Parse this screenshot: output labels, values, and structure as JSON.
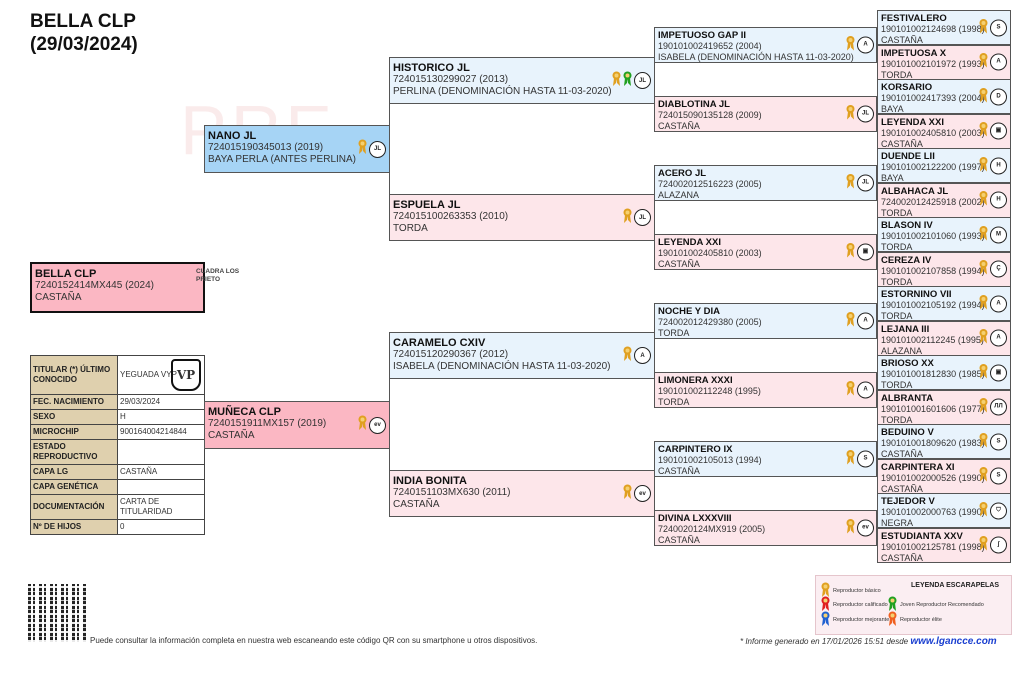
{
  "header": {
    "name": "BELLA CLP",
    "date": "(29/03/2024)"
  },
  "subject": {
    "name": "BELLA CLP",
    "id": "7240152414MX445 (2024)",
    "coat": "CASTAÑA",
    "breeder": "CUADRA LOS PRIETO"
  },
  "info": [
    {
      "k": "TITULAR (*) ÚLTIMO CONOCIDO",
      "v": "YEGUADA VYP"
    },
    {
      "k": "FEC. NACIMIENTO",
      "v": "29/03/2024"
    },
    {
      "k": "SEXO",
      "v": "H"
    },
    {
      "k": "MICROCHIP",
      "v": "900164004214844"
    },
    {
      "k": "ESTADO REPRODUCTIVO",
      "v": ""
    },
    {
      "k": "CAPA LG",
      "v": "CASTAÑA"
    },
    {
      "k": "CAPA GENÉTICA",
      "v": ""
    },
    {
      "k": "DOCUMENTACIÓN",
      "v": "CARTA DE TITULARIDAD"
    },
    {
      "k": "Nº DE HIJOS",
      "v": "0"
    }
  ],
  "gen1": [
    {
      "name": "NANO JL",
      "id": "724015190345013 (2019)",
      "coat": "BAYA PERLA (ANTES PERLINA)",
      "brand": "JL"
    },
    {
      "name": "MUÑECA CLP",
      "id": "7240151911MX157 (2019)",
      "coat": "CASTAÑA",
      "brand": "ev"
    }
  ],
  "gen2": [
    {
      "name": "HISTORICO JL",
      "id": "724015130299027 (2013)",
      "coat": "PERLINA (DENOMINACIÓN HASTA 11-03-2020)",
      "brand": "JL",
      "rosettes": [
        "gold",
        "green"
      ]
    },
    {
      "name": "ESPUELA JL",
      "id": "724015100263353 (2010)",
      "coat": "TORDA",
      "brand": "JL",
      "rosettes": [
        "gold"
      ]
    },
    {
      "name": "CARAMELO CXIV",
      "id": "724015120290367 (2012)",
      "coat": "ISABELA (DENOMINACIÓN HASTA 11-03-2020)",
      "brand": "A",
      "rosettes": [
        "gold"
      ]
    },
    {
      "name": "INDIA BONITA",
      "id": "7240151103MX630 (2011)",
      "coat": "CASTAÑA",
      "brand": "ev",
      "rosettes": [
        "gold"
      ]
    }
  ],
  "gen3": [
    {
      "name": "IMPETUOSO GAP II",
      "id": "190101002419652 (2004)",
      "coat": "ISABELA (DENOMINACIÓN HASTA 11-03-2020)",
      "brand": "A"
    },
    {
      "name": "DIABLOTINA JL",
      "id": "724015090135128 (2009)",
      "coat": "CASTAÑA",
      "brand": "JL"
    },
    {
      "name": "ACERO JL",
      "id": "724002012516223 (2005)",
      "coat": "ALAZANA",
      "brand": "JL"
    },
    {
      "name": "LEYENDA XXI",
      "id": "190101002405810 (2003)",
      "coat": "CASTAÑA",
      "brand": "▣"
    },
    {
      "name": "NOCHE Y DIA",
      "id": "724002012429380 (2005)",
      "coat": "TORDA",
      "brand": "A"
    },
    {
      "name": "LIMONERA XXXI",
      "id": "190101002112248 (1995)",
      "coat": "TORDA",
      "brand": "A"
    },
    {
      "name": "CARPINTERO IX",
      "id": "190101002105013 (1994)",
      "coat": "CASTAÑA",
      "brand": "S"
    },
    {
      "name": "DIVINA LXXXVIII",
      "id": "7240020124MX919 (2005)",
      "coat": "CASTAÑA",
      "brand": "ev"
    }
  ],
  "gen4": [
    {
      "name": "FESTIVALERO",
      "id": "190101002124698 (1998)",
      "coat": "CASTAÑA",
      "brand": "S"
    },
    {
      "name": "IMPETUOSA X",
      "id": "190101002101972 (1993)",
      "coat": "TORDA",
      "brand": "A"
    },
    {
      "name": "KORSARIO",
      "id": "190101002417393 (2004)",
      "coat": "BAYA",
      "brand": "D"
    },
    {
      "name": "LEYENDA XXI",
      "id": "190101002405810 (2003)",
      "coat": "CASTAÑA",
      "brand": "▣"
    },
    {
      "name": "DUENDE LII",
      "id": "190101002122200 (1997)",
      "coat": "BAYA",
      "brand": "H"
    },
    {
      "name": "ALBAHACA JL",
      "id": "724002012425918 (2002)",
      "coat": "TORDA",
      "brand": "H"
    },
    {
      "name": "BLASON IV",
      "id": "190101002101060 (1993)",
      "coat": "TORDA",
      "brand": "M"
    },
    {
      "name": "CEREZA IV",
      "id": "190101002107858 (1994)",
      "coat": "TORDA",
      "brand": "Ç"
    },
    {
      "name": "ESTORNINO VII",
      "id": "190101002105192 (1994)",
      "coat": "TORDA",
      "brand": "A"
    },
    {
      "name": "LEJANA III",
      "id": "190101002112245 (1995)",
      "coat": "ALAZANA",
      "brand": "A"
    },
    {
      "name": "BRIOSO XX",
      "id": "190101001812830 (1985)",
      "coat": "TORDA",
      "brand": "▣"
    },
    {
      "name": "ALBRANTA",
      "id": "190101001601606 (1977)",
      "coat": "TORDA",
      "brand": "ЛЛ"
    },
    {
      "name": "BEDUINO V",
      "id": "190101001809620 (1983)",
      "coat": "CASTAÑA",
      "brand": "S"
    },
    {
      "name": "CARPINTERA XI",
      "id": "190101002000526 (1990)",
      "coat": "CASTAÑA",
      "brand": "S"
    },
    {
      "name": "TEJEDOR V",
      "id": "190101002000763 (1990)",
      "coat": "NEGRA",
      "brand": "⛉"
    },
    {
      "name": "ESTUDIANTA XXV",
      "id": "190101002125781 (1998)",
      "coat": "CASTAÑA",
      "brand": "ʃ"
    }
  ],
  "footer": {
    "qr_text": "Puede consultar la información completa en nuestra web escaneando este código QR con su smartphone u otros dispositivos.",
    "generated": "* Informe generado en 17/01/2026 15:51 desde",
    "site": "www.lgancce.com"
  },
  "legend": {
    "title": "LEYENDA ESCARAPELAS",
    "items": [
      {
        "label": "Reproductor básico",
        "color": "#e0a020"
      },
      {
        "label": "Reproductor calificado",
        "color": "#e02020"
      },
      {
        "label": "Joven Reproductor Recomendado",
        "color": "#20a020"
      },
      {
        "label": "Reproductor mejorante",
        "color": "#2060d0"
      },
      {
        "label": "Reproductor élite",
        "color": "#f06020"
      }
    ]
  },
  "colors": {
    "male": "#e8f3fc",
    "female": "#fde6ea",
    "sire": "#a6d4f5",
    "dam": "#fbb7c3",
    "gold": "#e0a020"
  }
}
